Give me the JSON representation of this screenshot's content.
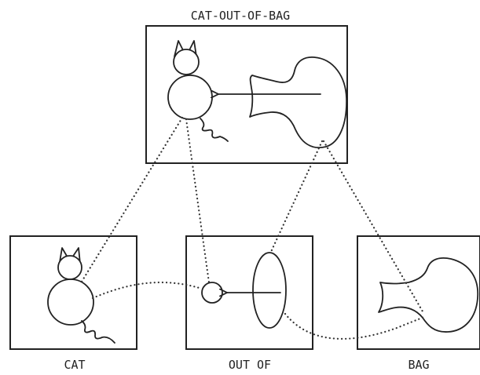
{
  "labels": {
    "top": "CAT-OUT-OF-BAG",
    "cat": "CAT",
    "out_of": "OUT OF",
    "bag": "BAG"
  },
  "colors": {
    "ink": "#222222",
    "background": "#ffffff"
  },
  "icons": [
    "cat-icon",
    "bag-icon",
    "ellipse-icon",
    "small-circle-icon",
    "arrow-icon"
  ]
}
